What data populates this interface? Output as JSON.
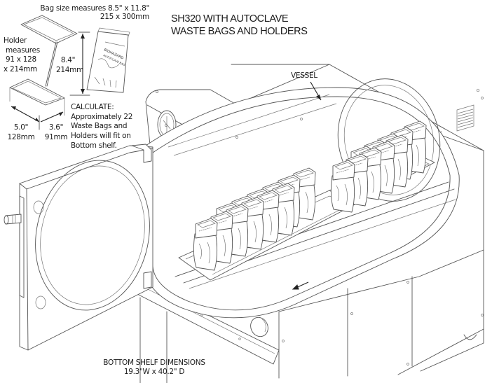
{
  "title": {
    "line1": "SH320 WITH AUTOCLAVE",
    "line2": "WASTE BAGS AND HOLDERS"
  },
  "bag": {
    "size_line1": "Bag size measures 8.5\" x 11.8\"",
    "size_line2": "215 x 300mm",
    "print_brand": "BIOHAZARD",
    "print_sub": "AUTOCLAVE BAG"
  },
  "holder": {
    "label_line1": "Holder",
    "label_line2": "measures",
    "label_line3": "91 x 128",
    "label_line4": "x 214mm",
    "height_in": "8.4\"",
    "height_mm": "214mm",
    "length_in": "5.0\"",
    "length_mm": "128mm",
    "width_in": "3.6\"",
    "width_mm": "91mm"
  },
  "calculate": {
    "heading": "CALCULATE:",
    "line1": "Approximately 22",
    "line2": "Waste Bags and",
    "line3": "Holders will fit on",
    "line4": "Bottom shelf."
  },
  "vessel_label": "VESSEL",
  "bottom_shelf": {
    "line1": "BOTTOM SHELF DIMENSIONS",
    "line2": "19.3\"W x 40.2\" D"
  },
  "contents": {
    "bag_count": 22,
    "front_tray_rows": 2,
    "front_tray_cols": 6,
    "rear_tray_rows": 2,
    "rear_tray_cols": 5
  }
}
